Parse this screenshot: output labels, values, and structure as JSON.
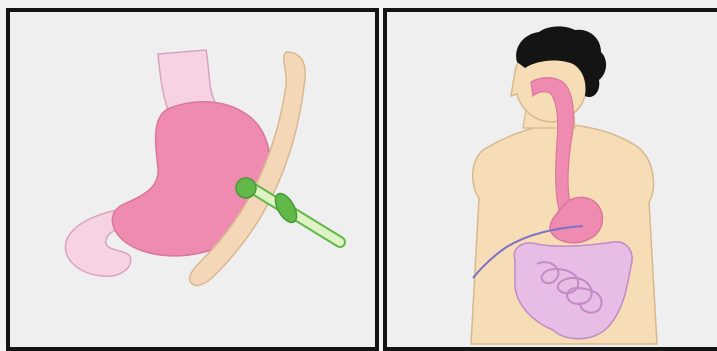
{
  "figure": {
    "panels": [
      {
        "id": "stomach-tube-closeup",
        "depicts": [
          "stomach",
          "esophagus",
          "abdominal-wall",
          "feeding-tube"
        ]
      },
      {
        "id": "body-digestive-tract",
        "depicts": [
          "head",
          "hair",
          "esophagus",
          "stomach",
          "small-intestine",
          "large-intestine",
          "feeding-tube"
        ]
      }
    ]
  },
  "colors": {
    "panel_background": "#efefef",
    "panel_border": "#141414",
    "stomach_pink": "#ef8bb0",
    "esophagus_light_pink": "#f7d2e3",
    "abdominal_wall_tan": "#f3d7b6",
    "tube_light_green": "#dff3c4",
    "tube_green": "#63b84a",
    "skin": "#f6ddb6",
    "hair": "#141414",
    "intestine_lilac": "#e7bde6",
    "tube_line_purple": "#7d72c9"
  }
}
